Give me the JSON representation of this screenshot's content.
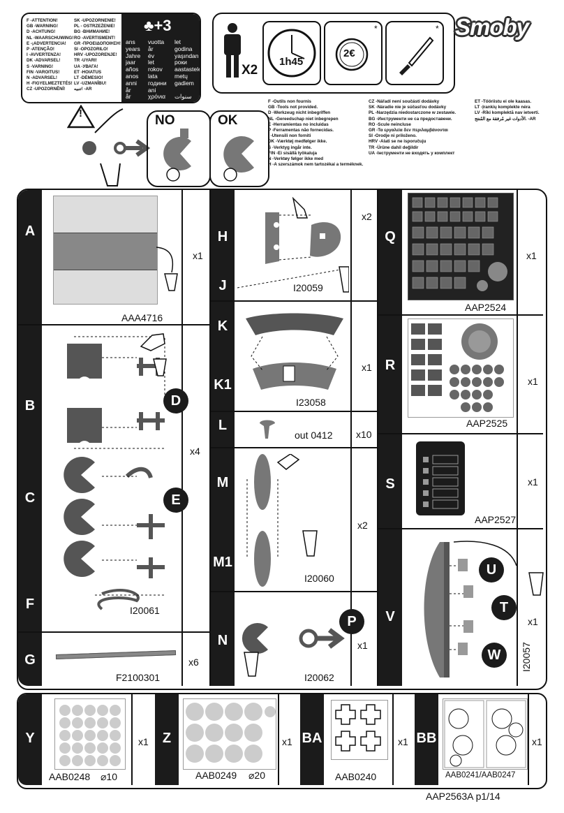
{
  "warnings_left": [
    "F -ATTENTION!",
    "GB -WARNING!",
    "D -ACHTUNG!",
    "NL -WAARSCHUWING!",
    "E -¡ADVERTENCIA!",
    "P -ATENÇÃO!",
    "I -AVVERTENZA!",
    "DK -ADVARSEL!",
    "S -VARNING!",
    "FIN -VAROITUS!",
    "N -ADVARSEL!",
    "H -FIGYELMEZTETÉS!",
    "CZ -UPOZORNĚNÍ!"
  ],
  "warnings_right": [
    "SK -UPOZORNENIE!",
    "PL - OSTRZEŻENIE!",
    "BG -ВНИМАНИЕ!",
    "RO -AVERTISMENT!",
    "GR -ΠΡΟΕΙΔΟΠΟΙΗΣΗ!",
    "SI -OPOZORILO!",
    "HRV -UPOZORENJE!",
    "TR -UYARI!",
    "UA -УВАГА!",
    "ET -HOIATUS",
    "LT -DĖMESIO!",
    "LV -UZMANĪBU!",
    "تنبيه! -AR"
  ],
  "age": {
    "badge": "♣+3",
    "col1": [
      "ans",
      "years",
      "Jahre",
      "jaar",
      "años",
      "anos",
      "anni",
      "år",
      "år"
    ],
    "col2": [
      "vuotta",
      "år",
      "év",
      "let",
      "rokov",
      "lata",
      "години",
      "ani",
      "χρόνια"
    ],
    "col3": [
      "let",
      "godina",
      "yaşından",
      "роки",
      "aastastele",
      "metų",
      "gadiem",
      "",
      "سنوات"
    ]
  },
  "time_panel": {
    "persons": "X2",
    "time": "1h45",
    "coin_label": "2€",
    "star": "*"
  },
  "brand": "Smoby",
  "tools_col1": [
    "F -Outils non fournis",
    "GB -Tools not provided.",
    "D -Werkzeug nicht inbegriffen",
    "NL -Gereedschap niet inbegrepen",
    "E -Herramientas no incluidas",
    "P -Ferramentas não fornecidas.",
    "I -Utensili non forniti",
    "DK -Værktøj medfølger ikke.",
    "S -Verktyg ingår inte.",
    "FIN -Ei sisällä työkaluja",
    "N -Verktøy følger ikke med",
    "H -A szerszámok nem tartozékai a terméknek."
  ],
  "tools_col2": [
    "CZ -Nářadí není součástí dodávky",
    "SK -Náradie nie je súčasťou dodávky",
    "PL -Narzędzia niedostarczone w zestawie.",
    "BG -Инструменти не са предоставени.",
    "RO -Scule neincluse",
    "GR -Τα εργαλεία δεν περιλαμβάνονται",
    "SI -Orodje ni priloženo.",
    "HRV -Alati se ne isporučuju",
    "TR -Ürüne dahil değildir",
    "UA -Інструменти не входять у комплект"
  ],
  "tools_col3": [
    "ET -Tööriistu ei ole kaasas.",
    "LT -Įrankių komplekte nėra",
    "LV -Rīki komplektā nav ietverti.",
    "الأدوات غير مُرفقة مع المُنتج. -AR"
  ],
  "pictos": {
    "warn": "!",
    "no": "NO",
    "ok": "OK"
  },
  "parts": {
    "A": {
      "letter": "A",
      "qty": "x1",
      "code": "AAA4716"
    },
    "B": {
      "letter": "B"
    },
    "C": {
      "letter": "C"
    },
    "F": {
      "letter": "F"
    },
    "BCF": {
      "qty": "x4",
      "code": "I20061",
      "d": "D",
      "e": "E"
    },
    "G": {
      "letter": "G",
      "qty": "x6",
      "code": "F2100301"
    },
    "H": {
      "letter": "H"
    },
    "J": {
      "letter": "J"
    },
    "HJ": {
      "qty": "x2",
      "code": "I20059"
    },
    "K": {
      "letter": "K"
    },
    "K1": {
      "letter": "K1"
    },
    "KK1": {
      "qty": "x1",
      "code": "I23058"
    },
    "L": {
      "letter": "L",
      "qty": "x10",
      "code": "out 0412"
    },
    "M": {
      "letter": "M"
    },
    "M1": {
      "letter": "M1"
    },
    "MM1": {
      "qty": "x2",
      "code": "I20060"
    },
    "N": {
      "letter": "N",
      "qty": "x1",
      "code": "I20062",
      "p": "P"
    },
    "Q": {
      "letter": "Q",
      "qty": "x1",
      "code": "AAP2524"
    },
    "R": {
      "letter": "R",
      "qty": "x1",
      "code": "AAP2525"
    },
    "S": {
      "letter": "S",
      "qty": "x1",
      "code": "AAP2527"
    },
    "V": {
      "letter": "V",
      "qty": "x1",
      "code": "I20057",
      "u": "U",
      "t": "T",
      "w": "W"
    }
  },
  "bottom": {
    "Y": {
      "letter": "Y",
      "qty": "x1",
      "code": "AAB0248",
      "dia": "⌀10"
    },
    "Z": {
      "letter": "Z",
      "qty": "x1",
      "code": "AAB0249",
      "dia": "⌀20"
    },
    "BA": {
      "letter": "BA",
      "qty": "x1",
      "code": "AAB0240"
    },
    "BB": {
      "letter": "BB",
      "qty": "x1",
      "code": "AAB0241/AAB0247"
    }
  },
  "footer": "AAP2563A  p1/14"
}
